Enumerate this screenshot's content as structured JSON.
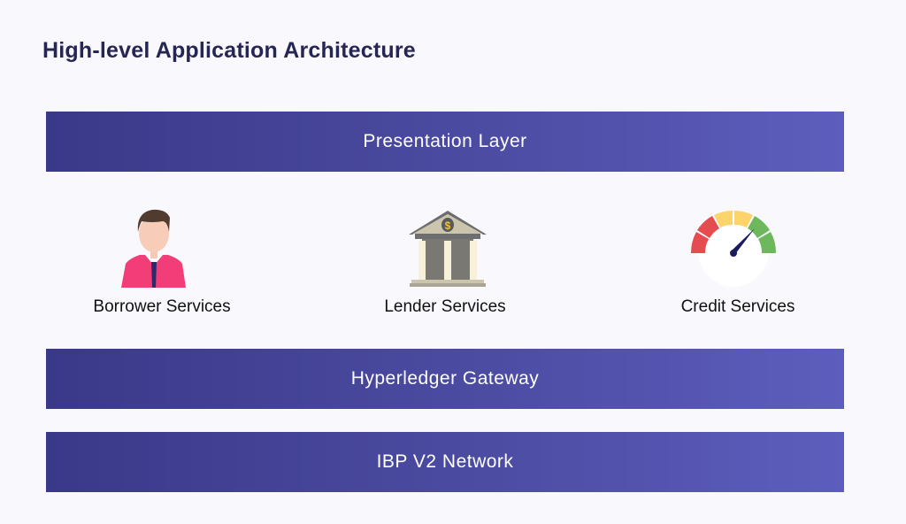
{
  "title": "High-level Application Architecture",
  "layers": {
    "presentation": "Presentation Layer",
    "gateway": "Hyperledger Gateway",
    "network": "IBP V2 Network"
  },
  "services": [
    {
      "label": "Borrower Services",
      "icon": "person-icon"
    },
    {
      "label": "Lender Services",
      "icon": "bank-icon"
    },
    {
      "label": "Credit Services",
      "icon": "gauge-icon"
    }
  ],
  "colors": {
    "bar_start": "#3a3888",
    "bar_end": "#5d5dbd",
    "title": "#262655",
    "background": "#f8f8fd"
  }
}
